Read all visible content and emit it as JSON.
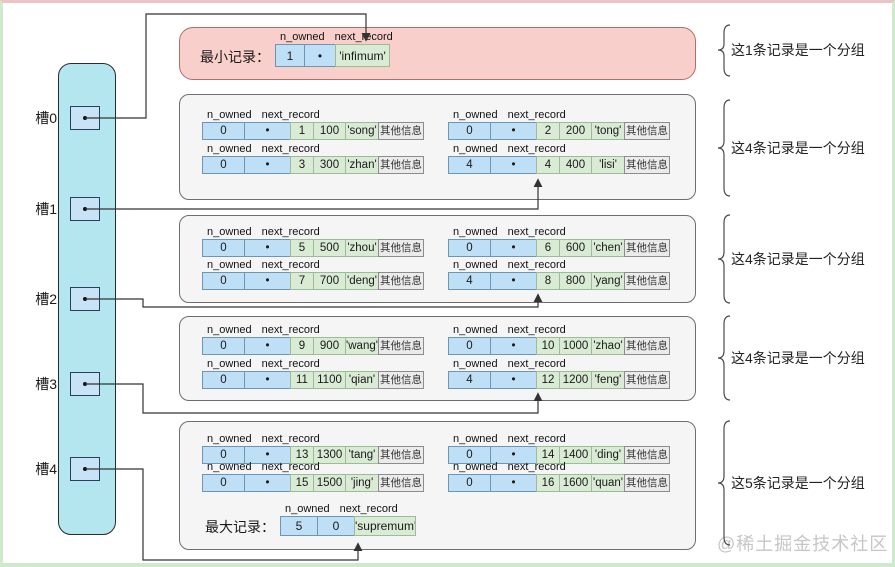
{
  "ui": {
    "field_labels": {
      "n_owned": "n_owned",
      "next_record": "next_record"
    },
    "min_record_label": "最小记录：",
    "max_record_label": "最大记录：",
    "other_info": "其他信息",
    "watermark": "@稀土掘金技术社区"
  },
  "slots": [
    {
      "label": "槽0"
    },
    {
      "label": "槽1"
    },
    {
      "label": "槽2"
    },
    {
      "label": "槽3"
    },
    {
      "label": "槽4"
    }
  ],
  "infimum": {
    "n_owned": "1",
    "next_record": "•",
    "value": "'infimum'"
  },
  "supremum": {
    "n_owned": "5",
    "next_record": "0",
    "value": "'supremum'"
  },
  "record_groups": [
    {
      "records": [
        {
          "n_owned": "0",
          "next_record": "•",
          "id": "1",
          "num": "100",
          "name": "'song'"
        },
        {
          "n_owned": "0",
          "next_record": "•",
          "id": "2",
          "num": "200",
          "name": "'tong'"
        },
        {
          "n_owned": "0",
          "next_record": "•",
          "id": "3",
          "num": "300",
          "name": "'zhan'"
        },
        {
          "n_owned": "4",
          "next_record": "•",
          "id": "4",
          "num": "400",
          "name": "'lisi'"
        }
      ]
    },
    {
      "records": [
        {
          "n_owned": "0",
          "next_record": "•",
          "id": "5",
          "num": "500",
          "name": "'zhou'"
        },
        {
          "n_owned": "0",
          "next_record": "•",
          "id": "6",
          "num": "600",
          "name": "'chen'"
        },
        {
          "n_owned": "0",
          "next_record": "•",
          "id": "7",
          "num": "700",
          "name": "'deng'"
        },
        {
          "n_owned": "4",
          "next_record": "•",
          "id": "8",
          "num": "800",
          "name": "'yang'"
        }
      ]
    },
    {
      "records": [
        {
          "n_owned": "0",
          "next_record": "•",
          "id": "9",
          "num": "900",
          "name": "'wang'"
        },
        {
          "n_owned": "0",
          "next_record": "•",
          "id": "10",
          "num": "1000",
          "name": "'zhao'"
        },
        {
          "n_owned": "0",
          "next_record": "•",
          "id": "11",
          "num": "1100",
          "name": "'qian'"
        },
        {
          "n_owned": "4",
          "next_record": "•",
          "id": "12",
          "num": "1200",
          "name": "'feng'"
        }
      ]
    },
    {
      "records": [
        {
          "n_owned": "0",
          "next_record": "•",
          "id": "13",
          "num": "1300",
          "name": "'tang'"
        },
        {
          "n_owned": "0",
          "next_record": "•",
          "id": "14",
          "num": "1400",
          "name": "'ding'"
        },
        {
          "n_owned": "0",
          "next_record": "•",
          "id": "15",
          "num": "1500",
          "name": "'jing'"
        },
        {
          "n_owned": "0",
          "next_record": "•",
          "id": "16",
          "num": "1600",
          "name": "'quan'"
        }
      ]
    }
  ],
  "annotations": [
    "这1条记录是一个分组",
    "这4条记录是一个分组",
    "这4条记录是一个分组",
    "这4条记录是一个分组",
    "这5条记录是一个分组"
  ],
  "colors": {
    "cell_blue": "#bedff6",
    "cell_green": "#d9ebd4",
    "cell_gray": "#ebebeb",
    "pink_fill": "#f9cfcb",
    "pink_stroke": "#af6f69",
    "group_fill": "#f5f5f5",
    "group_stroke": "#6e6e6e",
    "directory_fill": "#b4e6f0",
    "slot_fill": "#c8e2f6",
    "line_color": "#333333",
    "border_green": "#cfe9cc",
    "border_top_pink": "#eec3c3",
    "watermark_color": "#c6c6c6"
  }
}
